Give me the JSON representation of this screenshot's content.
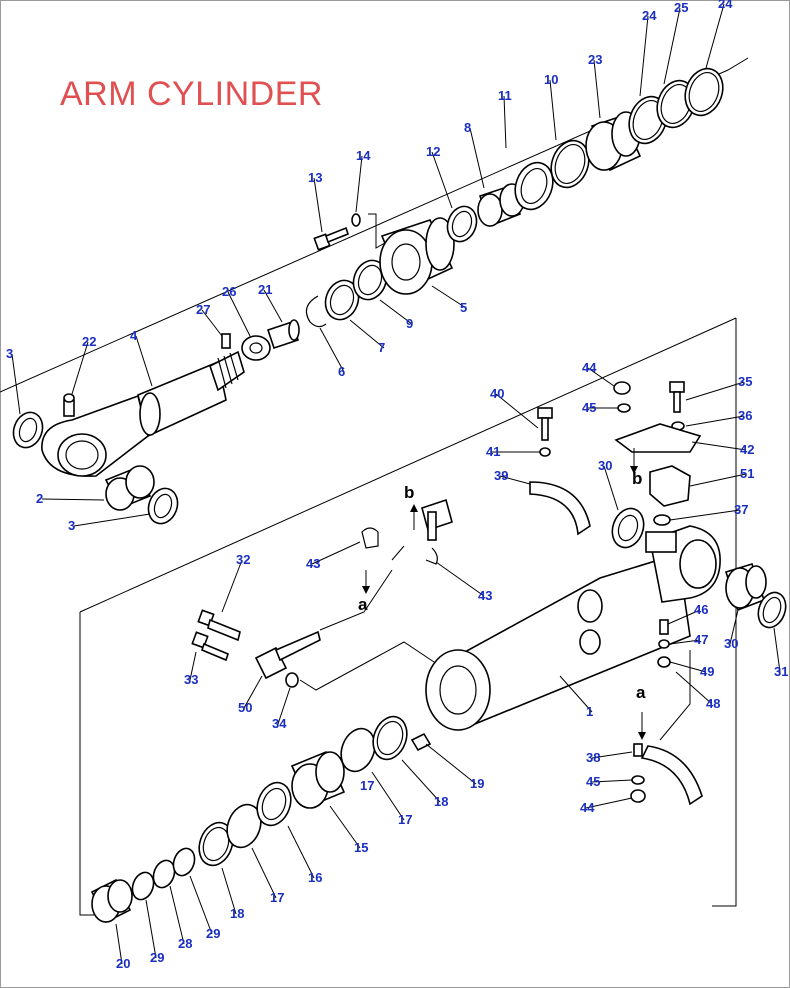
{
  "title": "ARM CYLINDER",
  "colors": {
    "title": "#e05050",
    "label": "#1a2fc0",
    "line": "#000000"
  },
  "labels": [
    "1",
    "2",
    "3",
    "3",
    "4",
    "5",
    "6",
    "7",
    "8",
    "9",
    "10",
    "11",
    "12",
    "13",
    "14",
    "15",
    "16",
    "17",
    "17",
    "17",
    "18",
    "18",
    "19",
    "20",
    "21",
    "22",
    "23",
    "24",
    "24",
    "25",
    "26",
    "27",
    "28",
    "29",
    "29",
    "30",
    "30",
    "31",
    "32",
    "33",
    "34",
    "35",
    "36",
    "37",
    "38",
    "39",
    "40",
    "41",
    "42",
    "43",
    "43",
    "44",
    "44",
    "45",
    "45",
    "46",
    "47",
    "48",
    "49",
    "50",
    "51"
  ],
  "letters": [
    "a",
    "a",
    "b",
    "b"
  ]
}
